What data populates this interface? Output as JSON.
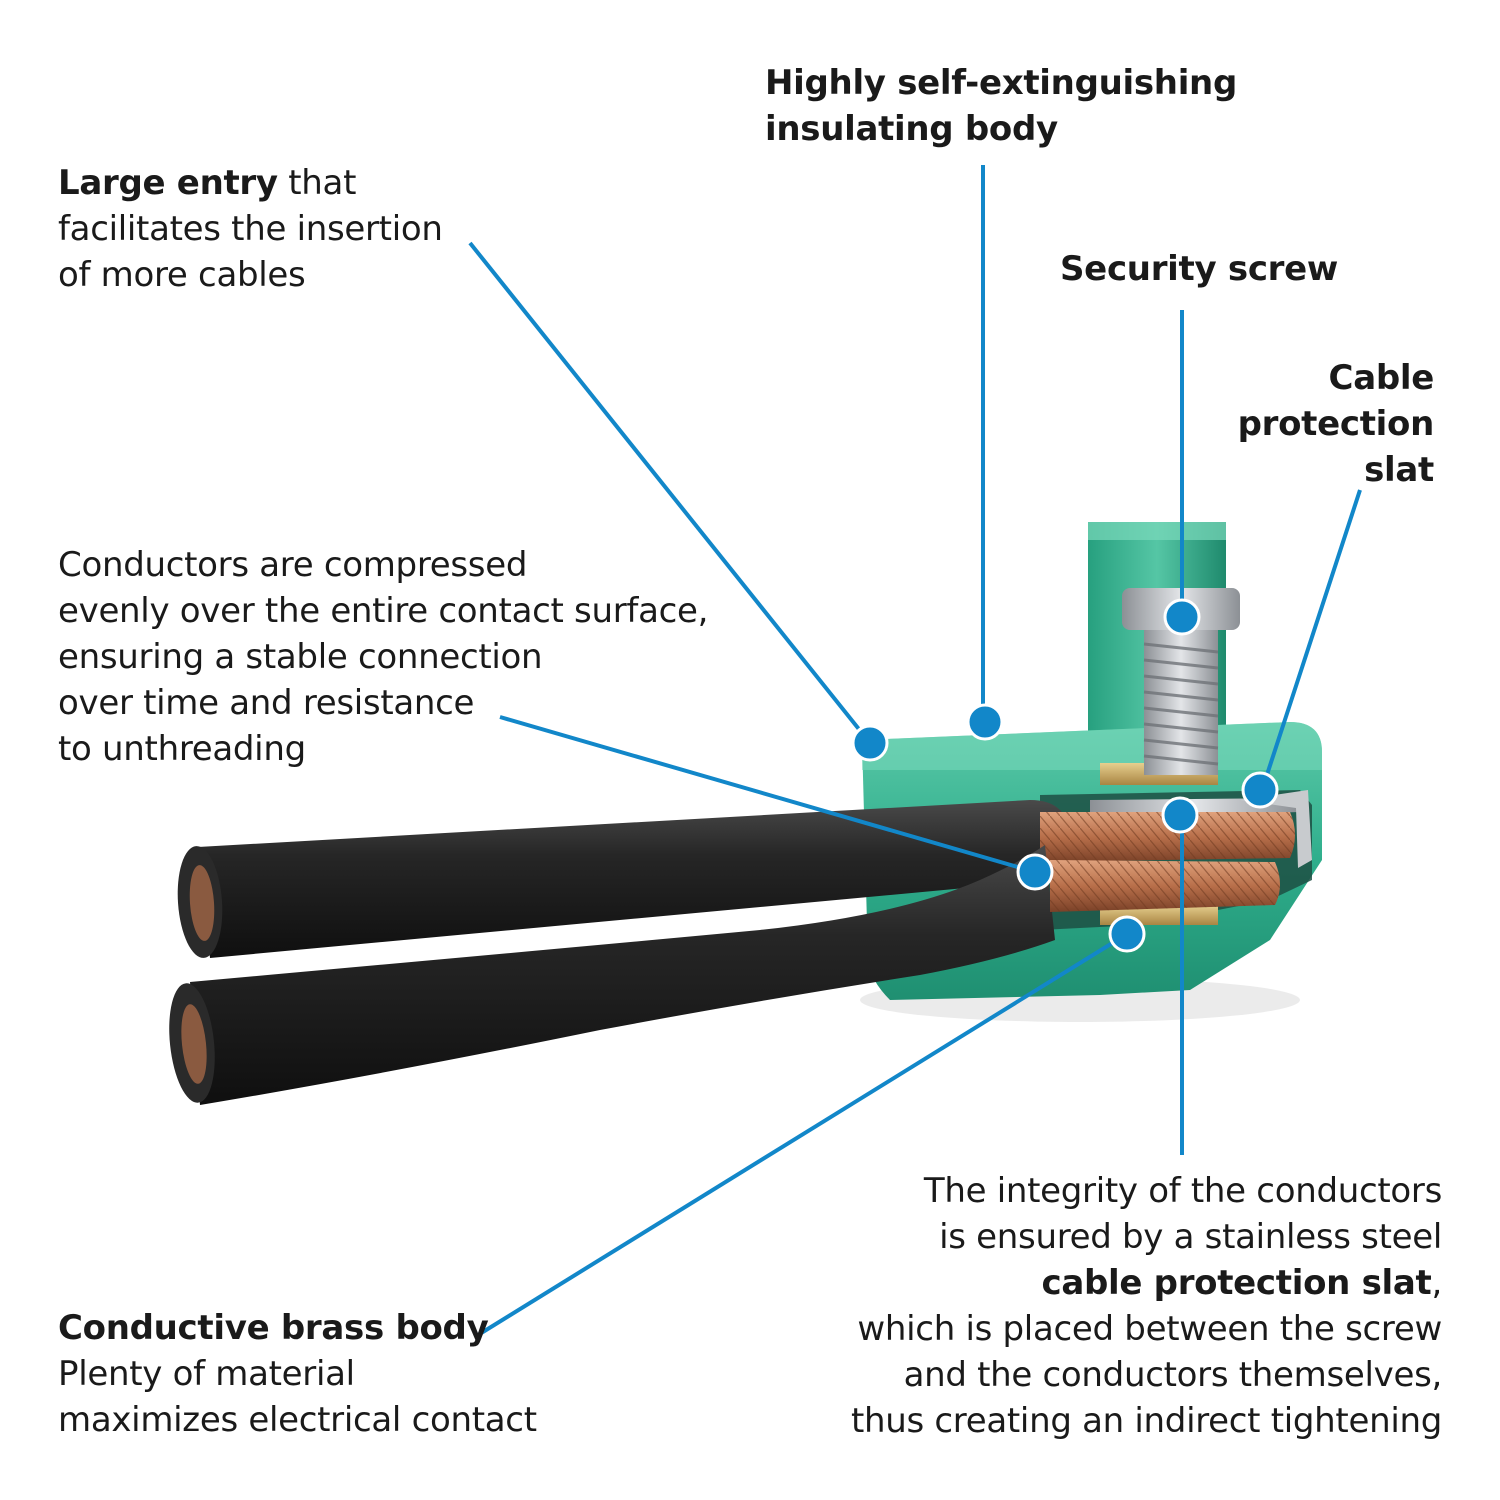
{
  "colors": {
    "callout": "#1287c9",
    "housing": "#2fae8c",
    "cable": "#1f1f1f",
    "copper": "#b86f4a",
    "steel": "#b9bcc0",
    "brass": "#c9a861"
  },
  "labels": {
    "large_entry": {
      "bold": "Large entry",
      "rest": " that",
      "line2": "facilitates the insertion",
      "line3": "of more cables"
    },
    "insulating_body": {
      "line1": "Highly self-extinguishing",
      "line2": "insulating body"
    },
    "security_screw": {
      "title": "Security screw"
    },
    "protection_slat": {
      "line1": "Cable",
      "line2": "protection",
      "line3": "slat"
    },
    "compressed": {
      "line1": "Conductors are compressed",
      "line2": "evenly over the entire contact surface,",
      "line3": "ensuring a stable connection",
      "line4": "over time and resistance",
      "line5": "to unthreading"
    },
    "brass_body": {
      "title": "Conductive brass body",
      "line2": "Plenty of material",
      "line3": "maximizes electrical contact"
    },
    "integrity": {
      "line1": "The integrity of the conductors",
      "line2": "is ensured by a stainless steel",
      "bold": "cable protection slat",
      "comma": ",",
      "line4": "which is placed between the screw",
      "line5": "and the conductors themselves,",
      "line6": "thus creating an indirect tightening"
    }
  },
  "icons": {
    "illustration": "cable-connector-cutaway",
    "callout_marker": "blue-dot-marker"
  }
}
